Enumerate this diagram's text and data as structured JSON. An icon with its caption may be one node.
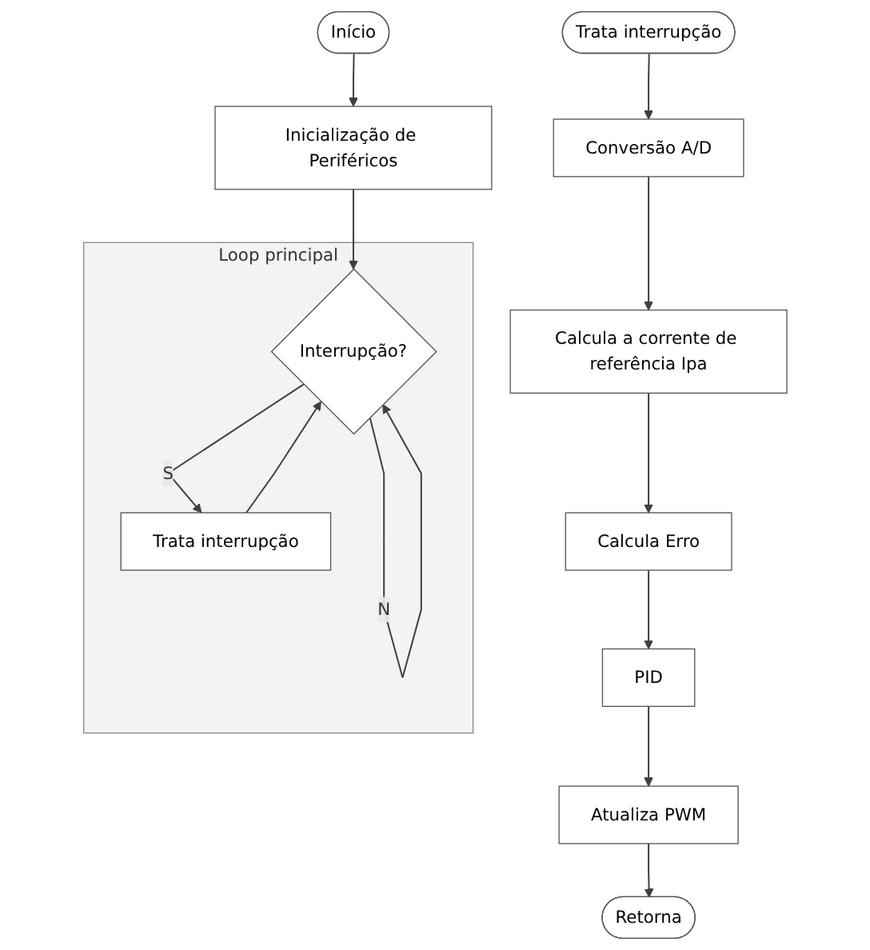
{
  "diagram": {
    "nodes": [
      {
        "text": [
          "Início"
        ]
      },
      {
        "text": [
          "Inicialização de Periféricos"
        ]
      },
      {
        "text": [
          "Loop principal"
        ]
      },
      {
        "text": [
          "Interrupção?"
        ],
        "in": 2
      },
      {
        "text": [
          "Trata interrupção"
        ],
        "in": 2
      },
      {
        "text": [
          "Trata interrupção"
        ]
      },
      {
        "text": [
          "Conversão A/D"
        ]
      },
      {
        "text": [
          "Calcula a corrente de referência Ipa"
        ]
      },
      {
        "text": [
          "Calcula Erro"
        ]
      },
      {
        "text": [
          "PID"
        ]
      },
      {
        "text": [
          "Atualiza PWM"
        ]
      },
      {
        "text": [
          "Retorna"
        ]
      }
    ],
    "edges": [
      {
        "from": 0,
        "to": 1,
        "arrow": "to"
      },
      {
        "from": 1,
        "to": 3,
        "arrow": "to"
      },
      {
        "from": 3,
        "to": 3,
        "label": "N",
        "arrow": "to"
      },
      {
        "from": 3,
        "to": 4,
        "label": "S",
        "arrow": "to"
      },
      {
        "from": 4,
        "to": 3,
        "arrow": "to"
      },
      {
        "from": 5,
        "to": 6,
        "arrow": "to"
      },
      {
        "from": 6,
        "to": 7,
        "arrow": "to"
      },
      {
        "from": 7,
        "to": 8,
        "arrow": "to"
      },
      {
        "from": 8,
        "to": 9,
        "arrow": "to"
      },
      {
        "from": 9,
        "to": 10,
        "arrow": "to"
      },
      {
        "from": 10,
        "to": 11,
        "arrow": "to"
      }
    ]
  }
}
